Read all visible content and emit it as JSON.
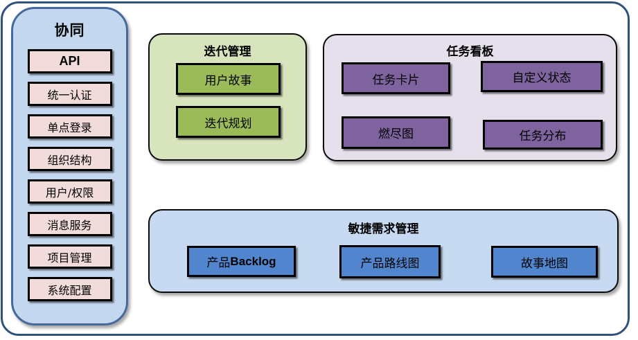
{
  "colors": {
    "outer_border": "#30517e",
    "sidebar_bg": "#c3d7ef",
    "sidebar_border": "#46699c",
    "pink_box": "#f2dcdb",
    "green_panel_bg": "#d8e4bd",
    "green_box": "#9bbb59",
    "purple_panel_bg": "#e5e0ec",
    "purple_box": "#7e639e",
    "blue_panel_bg": "#c8daf1",
    "blue_box": "#5186ce",
    "box_border": "#000000"
  },
  "sidebar": {
    "title": "协同",
    "items": [
      {
        "label": "API"
      },
      {
        "label": "统一认证"
      },
      {
        "label": "单点登录"
      },
      {
        "label": "组织结构"
      },
      {
        "label": "用户/权限"
      },
      {
        "label": "消息服务"
      },
      {
        "label": "项目管理"
      },
      {
        "label": "系统配置"
      }
    ]
  },
  "panels": {
    "iteration": {
      "title": "迭代管理",
      "items": [
        {
          "label": "用户故事"
        },
        {
          "label": "迭代规划"
        }
      ]
    },
    "kanban": {
      "title": "任务看板",
      "items": [
        {
          "label": "任务卡片"
        },
        {
          "label": "自定义状态"
        },
        {
          "label": "燃尽图"
        },
        {
          "label": "任务分布"
        }
      ]
    },
    "agile": {
      "title": "敏捷需求管理",
      "items": [
        {
          "label": "产品",
          "suffix": "Backlog"
        },
        {
          "label": "产品路线图",
          "suffix": ""
        },
        {
          "label": "故事地图",
          "suffix": ""
        }
      ]
    }
  }
}
